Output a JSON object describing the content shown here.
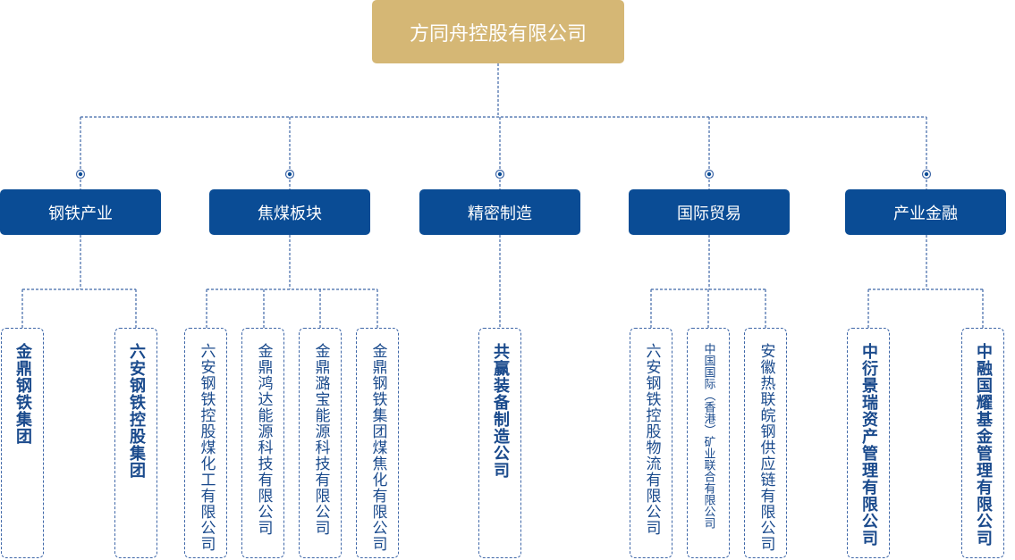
{
  "colors": {
    "root_bg": "#d5b775",
    "category_bg": "#0a4c95",
    "connector": "#3f67a8",
    "leaf_text": "#1a4a8c"
  },
  "root": {
    "label": "方同舟控股有限公司"
  },
  "categories": [
    {
      "label": "钢铁产业"
    },
    {
      "label": "焦煤板块"
    },
    {
      "label": "精密制造"
    },
    {
      "label": "国际贸易"
    },
    {
      "label": "产业金融"
    }
  ],
  "leaves": [
    {
      "label": "金鼎钢铁集团"
    },
    {
      "label": "六安钢铁控股集团"
    },
    {
      "label": "六安钢铁控股煤化工有限公司"
    },
    {
      "label": "金鼎鸿达能源科技有限公司"
    },
    {
      "label": "金鼎潞宝能源科技有限公司"
    },
    {
      "label": "金鼎钢铁集团煤焦化有限公司"
    },
    {
      "label": "共赢装备制造公司"
    },
    {
      "label": "六安钢铁控股物流有限公司"
    },
    {
      "label": "中国国际︵香港︶矿业联合有限公司"
    },
    {
      "label": "安徽热联皖钢供应链有限公司"
    },
    {
      "label": "中衍景瑞资产管理有限公司"
    },
    {
      "label": "中融国耀基金管理有限公司"
    }
  ]
}
